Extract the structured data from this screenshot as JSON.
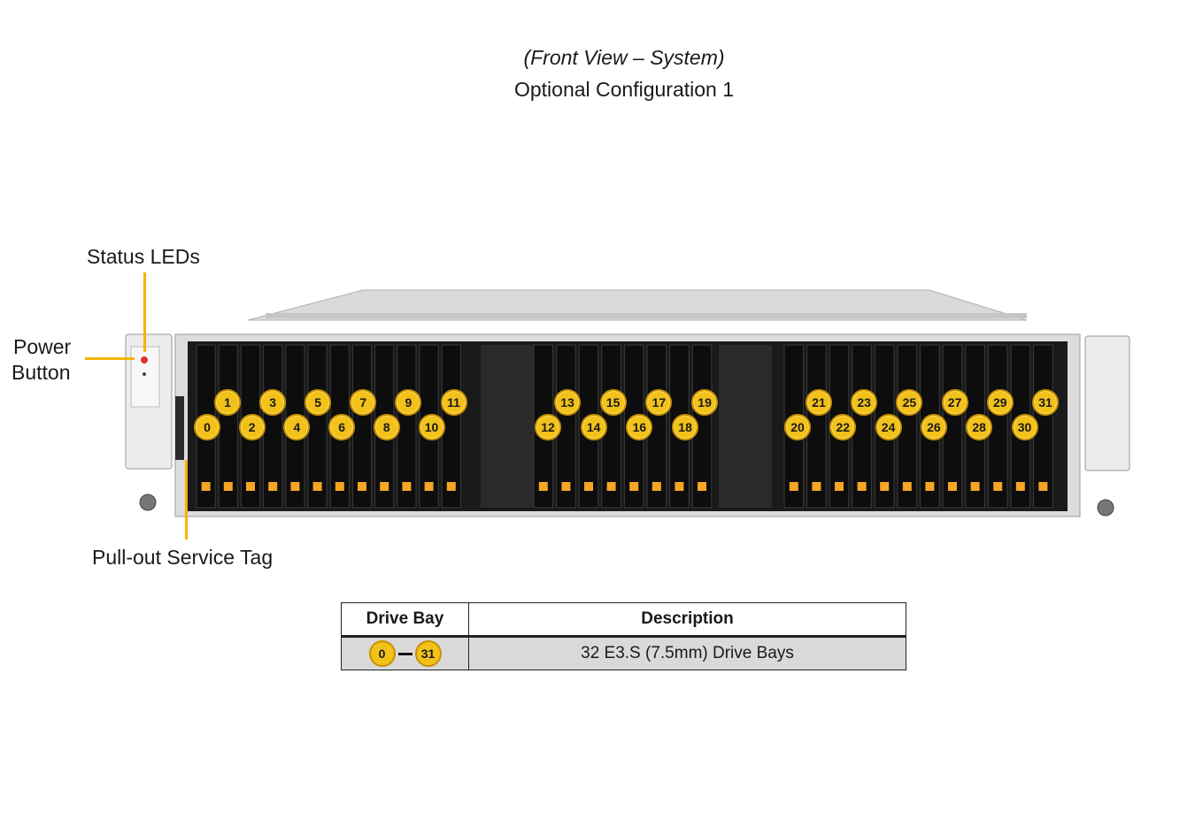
{
  "header": {
    "view": "(Front View – System)",
    "config": "Optional Configuration 1"
  },
  "labels": {
    "status_leds": "Status LEDs",
    "power_line1": "Power",
    "power_line2": "Button",
    "service_tag": "Pull-out Service Tag"
  },
  "colors": {
    "badge": "#f2c11a",
    "callout": "#f4b400",
    "drive_led": "#f5a623",
    "chassis": "#e6e6e6",
    "bay": "#111111"
  },
  "drive_bays": {
    "group1_top": [
      "1",
      "3",
      "5",
      "7",
      "9",
      "11"
    ],
    "group1_bottom": [
      "0",
      "2",
      "4",
      "6",
      "8",
      "10"
    ],
    "group2_top": [
      "13",
      "15",
      "17",
      "19"
    ],
    "group2_bottom": [
      "12",
      "14",
      "16",
      "18"
    ],
    "group3_top": [
      "21",
      "23",
      "25",
      "27",
      "29",
      "31"
    ],
    "group3_bottom": [
      "20",
      "22",
      "24",
      "26",
      "28",
      "30"
    ]
  },
  "table": {
    "header_bay": "Drive Bay",
    "header_desc": "Description",
    "row_from": "0",
    "row_to": "31",
    "row_desc": "32 E3.S (7.5mm) Drive Bays"
  }
}
